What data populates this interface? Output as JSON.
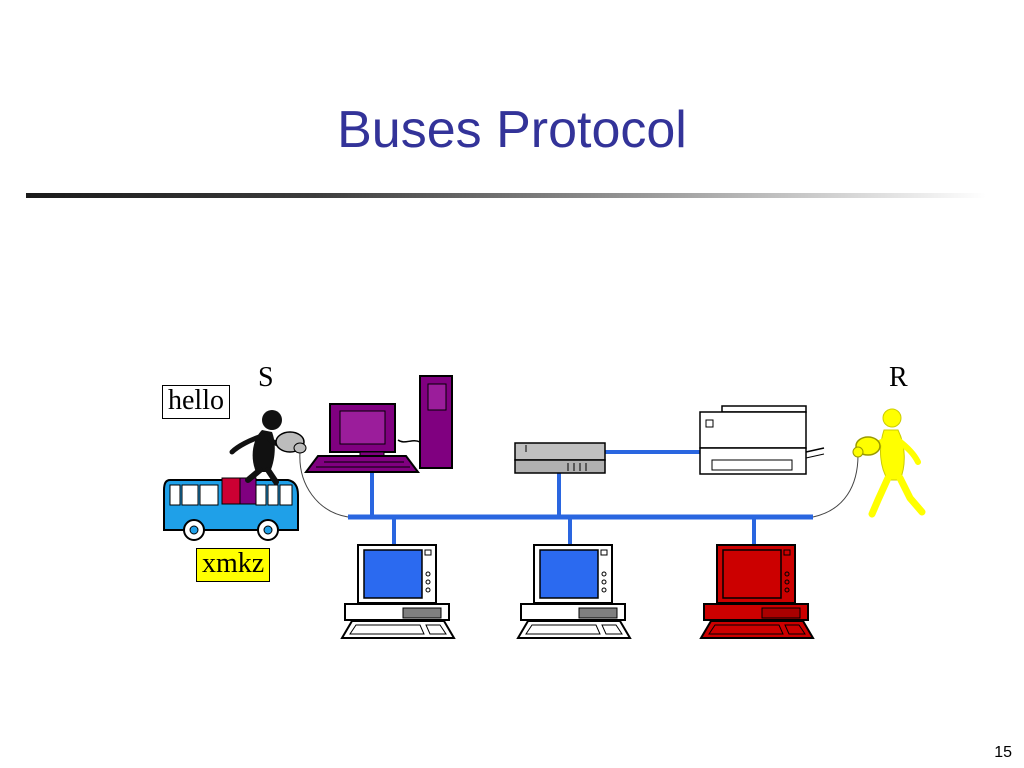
{
  "slide": {
    "title": "Buses Protocol",
    "page_number": "15"
  },
  "labels": {
    "sender": "S",
    "receiver": "R",
    "message": "hello",
    "encrypted": "xmkz"
  },
  "colors": {
    "title": "#333399",
    "bus": "#2a66e0",
    "workstation": "#800080",
    "terminal_blue": "#2b6af0",
    "terminal_red": "#cc0000",
    "bus_vehicle": "#1fa0e8",
    "receiver_person": "#ffff00",
    "xmkz_highlight": "#ffff00"
  },
  "icons": [
    "person-sender-icon",
    "person-receiver-icon",
    "workstation-icon",
    "hub-icon",
    "printer-icon",
    "terminal-icon",
    "bus-vehicle-icon"
  ]
}
